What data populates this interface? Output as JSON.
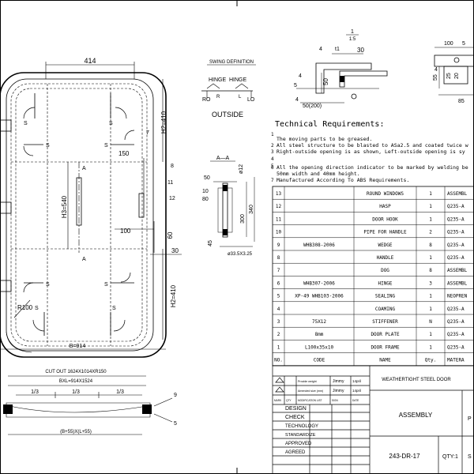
{
  "swing": {
    "title": "SWING DEFINITION",
    "hinge_left": "HINGE",
    "hinge_right": "HINGE",
    "ro": "RO",
    "lo": "LO",
    "rc": "R",
    "lc": "L",
    "outside": "OUTSIDE"
  },
  "door_view": {
    "dim_414": "414",
    "h2_top": "H2=410",
    "h3": "H3=540",
    "h2_bottom": "H2=410",
    "r100": "R100",
    "b914": "B=914",
    "dim_150": "150",
    "dim_100": "100",
    "dim_60": "60",
    "dim_30": "30",
    "label_7": "7",
    "label_8": "8",
    "label_11": "11",
    "label_12": "12",
    "label_a_top": "A",
    "label_a_bottom": "A",
    "s_marks": [
      "S",
      "S",
      "S",
      "S",
      "S",
      "S",
      "S",
      "S"
    ]
  },
  "section_aa": {
    "title": "A—A",
    "d50": "50",
    "d10": "10",
    "d80": "80",
    "d300": "300",
    "d340": "340",
    "d12": "ø12",
    "d45": "45",
    "d33": "ø33.5X3.25"
  },
  "detail": {
    "scale_num": "1",
    "scale_den": "1:5",
    "d_t1": "t1",
    "d_30": "30",
    "d_50": "50",
    "d_50_200": "50(200)",
    "l4a": "4",
    "l4b": "4",
    "l5": "5",
    "l4c": "4",
    "r_100": "100",
    "r_55": "55",
    "r_4": "4",
    "r_85": "85",
    "r_25": "25",
    "r_20": "20",
    "r_5": "5"
  },
  "tech": {
    "title": "Technical Requirements:",
    "items": [
      "The moving parts to be greased.",
      "All steel structure to be blasted to ASa2.5 and coated twice w",
      "Right-outside opening is as shown, Left-outside  opening is sy",
      "All the opening direction indicator to be marked by welding be",
      "50mm width and 40mm height.",
      "Manufactured According To ABS Requirements."
    ],
    "nums": [
      "1",
      "2",
      "3",
      "4",
      "5",
      "6",
      "7"
    ]
  },
  "bom": {
    "rows": [
      {
        "no": "13",
        "code": "",
        "name": "ROUND WINDOWS",
        "qty": "1",
        "mat": "ASSEMBL"
      },
      {
        "no": "12",
        "code": "",
        "name": "HASP",
        "qty": "1",
        "mat": "Q235-A"
      },
      {
        "no": "11",
        "code": "",
        "name": "DOOR HOOK",
        "qty": "1",
        "mat": "Q235-A"
      },
      {
        "no": "10",
        "code": "",
        "name": "PIPE FOR HANDLE",
        "qty": "2",
        "mat": "Q235-A"
      },
      {
        "no": "9",
        "code": "WHB308-2006",
        "name": "WEDGE",
        "qty": "8",
        "mat": "Q235-A"
      },
      {
        "no": "8",
        "code": "",
        "name": "HANDLE",
        "qty": "1",
        "mat": "Q235-A"
      },
      {
        "no": "7",
        "code": "",
        "name": "DOG",
        "qty": "8",
        "mat": "ASSEMBL"
      },
      {
        "no": "6",
        "code": "WHB307-2006",
        "name": "HINGE",
        "qty": "3",
        "mat": "ASSEMBL"
      },
      {
        "no": "5",
        "code": "XP-49    WHB103-2006",
        "name": "SEALING",
        "qty": "1",
        "mat": "NEOPREN"
      },
      {
        "no": "4",
        "code": "",
        "name": "COAMING",
        "qty": "1",
        "mat": "Q235-A"
      },
      {
        "no": "3",
        "code": "75X12",
        "name": "STIFFENER",
        "qty": "N",
        "mat": "Q235-A"
      },
      {
        "no": "2",
        "code": "8mm",
        "name": "DOOR PLATE",
        "qty": "1",
        "mat": "Q235-A"
      },
      {
        "no": "1",
        "code": "L100x35x10",
        "name": "DOOR FRAME",
        "qty": "1",
        "mat": "Q235-A"
      }
    ],
    "hdr_no": "NO.",
    "hdr_code": "CODE",
    "hdr_name": "NAME",
    "hdr_qty": "Qty.",
    "hdr_mat": "MATERA"
  },
  "title_block": {
    "rev1_text": "Provide weight",
    "rev1_who": "Jimmy",
    "rev1_date": "14pril",
    "rev2_text": "Amended size (mm)",
    "rev2_who": "Jimmy",
    "rev2_date": "14pril",
    "rev_hdr": [
      "MARK",
      "QTY",
      "MODIFICATION LIST",
      "SIGN",
      "DATE"
    ],
    "design": "DESIGN",
    "check": "CHECK",
    "technology": "TECHNOLOGY",
    "standardize": "STANDARDIZE",
    "approved": "APPROVED",
    "agreed": "AGREED",
    "product": "WEATHERTIGHT STEEL DOOR",
    "assembly": "ASSEMBLY",
    "drawing_no": "243-DR-17",
    "qty": "QTY:1",
    "p": "P",
    "s": "S"
  },
  "bottom": {
    "cutout": "CUT OUT 1624X1014XR150",
    "bxl": "BXL=914X1524",
    "third1": "1/3",
    "third2": "1/3",
    "third3": "1/3",
    "bl": "(B+55)X(L+55)",
    "l9": "9",
    "l5": "5"
  }
}
